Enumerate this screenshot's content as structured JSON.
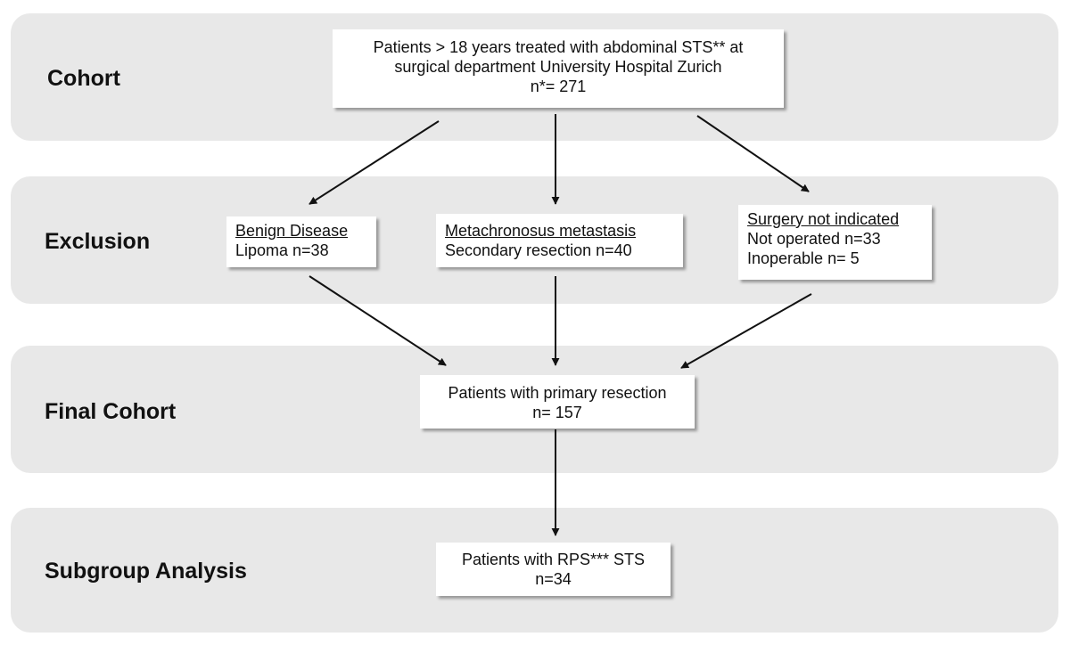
{
  "sections": {
    "cohort": "Cohort",
    "exclusion": "Exclusion",
    "final_cohort": "Final Cohort",
    "subgroup": "Subgroup Analysis"
  },
  "boxes": {
    "cohort": {
      "line1": "Patients > 18 years treated with abdominal STS** at",
      "line2": "surgical department University Hospital Zurich",
      "line3": "n*= 271"
    },
    "benign": {
      "title": "Benign Disease",
      "line1": "Lipoma n=38"
    },
    "metastasis": {
      "title": "Metachronosus metastasis",
      "line1": "Secondary resection n=40"
    },
    "not_indicated": {
      "title": "Surgery not indicated",
      "line1": "Not operated n=33",
      "line2": "Inoperable n= 5"
    },
    "final": {
      "line1": "Patients with primary resection",
      "line2": "n= 157"
    },
    "subgroup": {
      "line1": "Patients with RPS*** STS",
      "line2": "n=34"
    }
  },
  "colors": {
    "band": "#e8e8e8",
    "box": "#ffffff",
    "arrow": "#111111"
  }
}
